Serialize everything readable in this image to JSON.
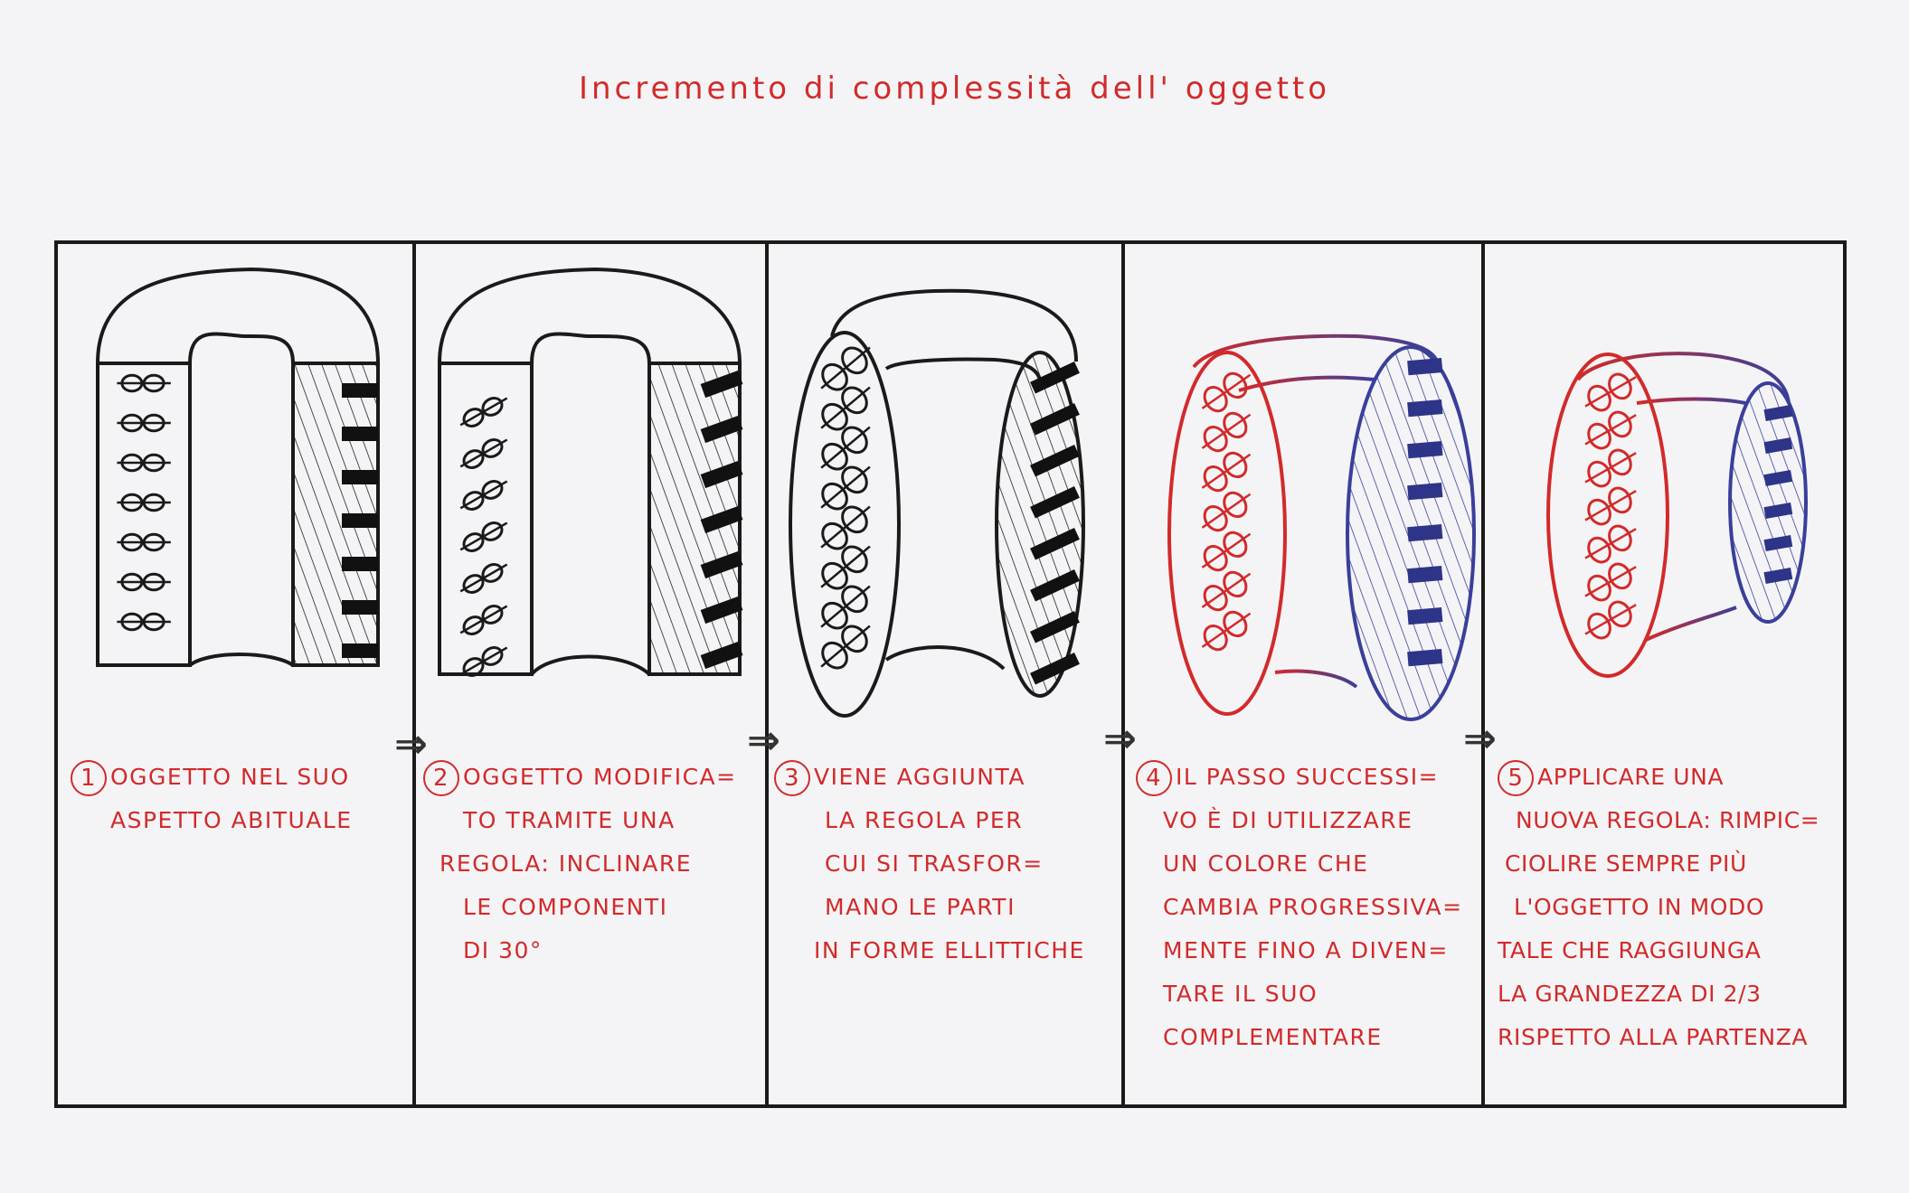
{
  "title": "Incremento di complessità dell' oggetto",
  "arrow_glyph": "⇒",
  "panels": [
    {
      "number": "1",
      "lines": [
        "oggetto nel suo",
        "aspetto abituale"
      ]
    },
    {
      "number": "2",
      "lines": [
        "oggetto modifica=",
        "to tramite una",
        "regola: inclinare",
        "le componenti",
        "di 30°"
      ]
    },
    {
      "number": "3",
      "lines": [
        "viene aggiunta",
        "la regola per",
        "cui si trasfor=",
        "mano le parti",
        "in forme ellittiche"
      ]
    },
    {
      "number": "4",
      "lines": [
        "il passo successi=",
        "vo è di utilizzare",
        "un colore che",
        "cambia progressiva=",
        "mente fino a diven=",
        "tare il suo",
        "complementare"
      ]
    },
    {
      "number": "5",
      "lines": [
        "applicare una",
        "nuova regola: rimpic=",
        "ciolire sempre più",
        "l'oggetto in modo",
        "tale che raggiunga",
        "la grandezza di 2/3",
        "rispetto alla partenza"
      ]
    }
  ],
  "colors": {
    "ink": "#1a1a1a",
    "red": "#d22a2a",
    "blue": "#3a3f9a",
    "paper": "#f4f4f6"
  }
}
